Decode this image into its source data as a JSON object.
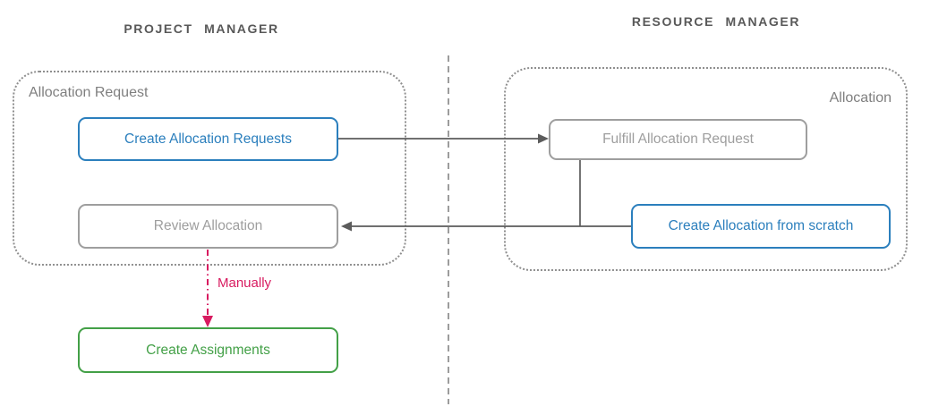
{
  "lanes": {
    "project_manager": {
      "title": "PROJECT MANAGER"
    },
    "resource_manager": {
      "title": "RESOURCE MANAGER"
    }
  },
  "groups": {
    "allocation_request": {
      "label": "Allocation Request"
    },
    "allocation": {
      "label": "Allocation"
    }
  },
  "nodes": {
    "create_allocation_requests": {
      "label": "Create Allocation Requests",
      "color": "#2b7fbd"
    },
    "fulfill_allocation_request": {
      "label": "Fulfill Allocation Request",
      "color": "#9e9e9e"
    },
    "review_allocation": {
      "label": "Review Allocation",
      "color": "#9e9e9e"
    },
    "create_allocation_from_scratch": {
      "label": "Create Allocation from scratch",
      "color": "#2b7fbd"
    },
    "create_assignments": {
      "label": "Create Assignments",
      "color": "#43a047"
    }
  },
  "edges": {
    "manually_label": "Manually",
    "connector_color": "#5c5c5c",
    "manual_connector_color": "#d81b60",
    "divider_color": "#9c9c9c"
  }
}
